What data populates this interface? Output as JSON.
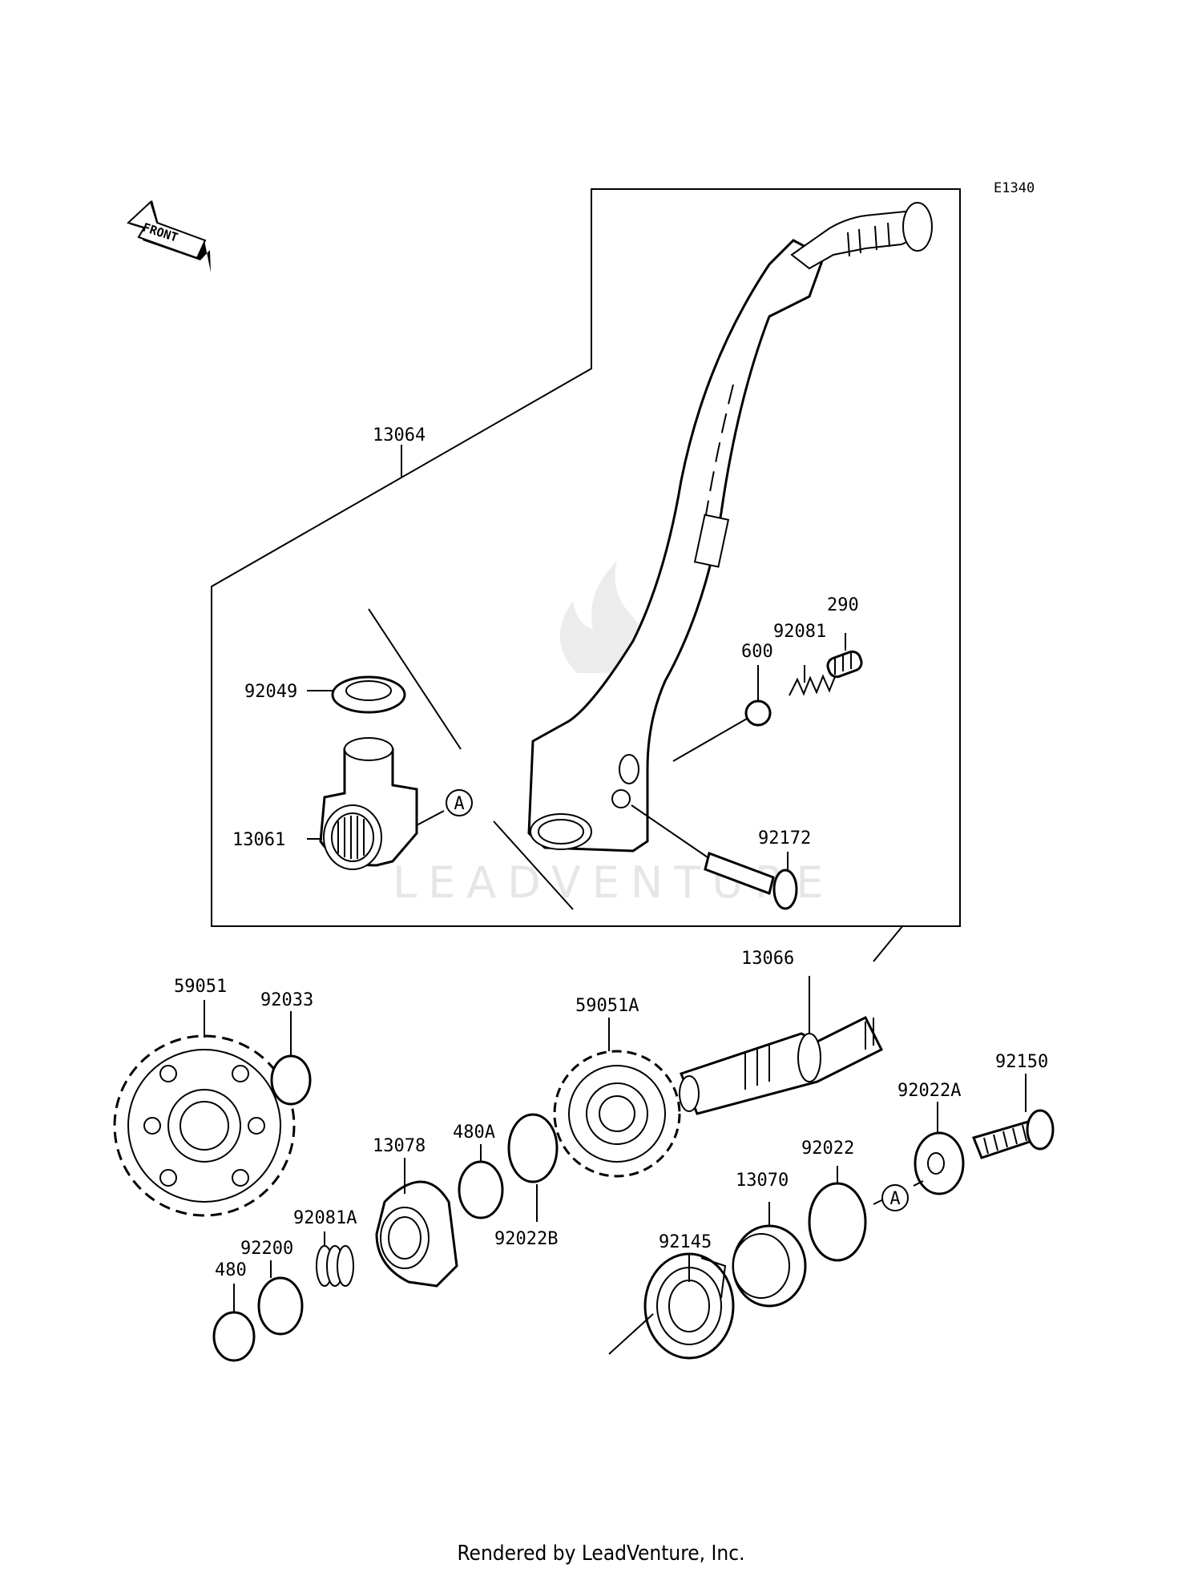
{
  "diagram_code": "E1340",
  "front_label": "FRONT",
  "footer": "Rendered by LeadVenture, Inc.",
  "watermark": "LEADVENTURE",
  "callouts": {
    "p13064": "13064",
    "p92049": "92049",
    "p13061": "13061",
    "ref_a_upper": "A",
    "p600": "600",
    "p92081": "92081",
    "p290": "290",
    "p92172": "92172",
    "p59051": "59051",
    "p92033": "92033",
    "p59051a": "59051A",
    "p13066": "13066",
    "p92150": "92150",
    "p92022a": "92022A",
    "p13078": "13078",
    "p480a": "480A",
    "p92022": "92022",
    "p13070": "13070",
    "ref_a_lower": "A",
    "p92081a": "92081A",
    "p92200": "92200",
    "p92022b": "92022B",
    "p92145": "92145",
    "p480": "480"
  }
}
